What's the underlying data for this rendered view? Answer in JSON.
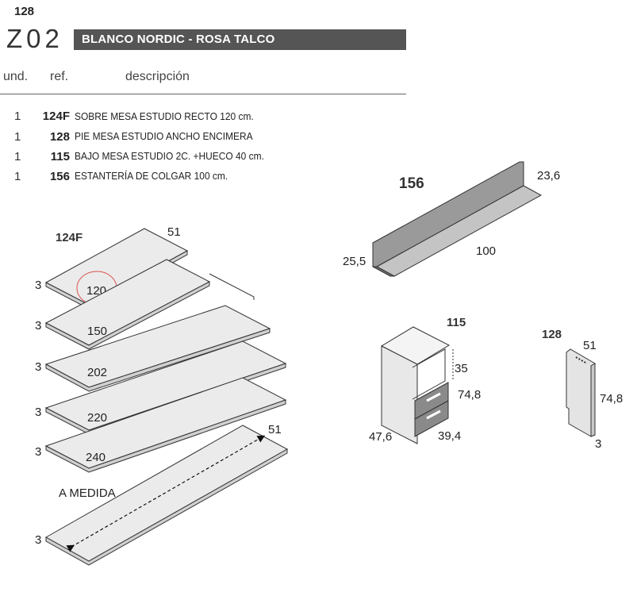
{
  "header": {
    "page_number": "128",
    "composition_code": "Z02",
    "finish_title": "BLANCO NORDIC - ROSA TALCO"
  },
  "columns": {
    "units": "und.",
    "ref": "ref.",
    "description": "descripción"
  },
  "items": [
    {
      "qty": "1",
      "ref": "124F",
      "description": "SOBRE MESA ESTUDIO RECTO 120 cm."
    },
    {
      "qty": "1",
      "ref": "128",
      "description": "PIE MESA ESTUDIO ANCHO ENCIMERA"
    },
    {
      "qty": "1",
      "ref": "115",
      "description": "BAJO MESA ESTUDIO 2C. +HUECO 40 cm."
    },
    {
      "qty": "1",
      "ref": "156",
      "description": "ESTANTERÍA DE COLGAR 100 cm."
    }
  ],
  "desk_tops": {
    "ref": "124F",
    "depth": "51",
    "thickness": "3",
    "lengths": [
      "120",
      "150",
      "202",
      "220",
      "240"
    ],
    "custom_label": "A MEDIDA",
    "custom_depth": "51",
    "custom_thickness": "3"
  },
  "shelf": {
    "ref": "156",
    "depth": "23,6",
    "length": "100",
    "height": "25,5"
  },
  "cabinet": {
    "ref": "115",
    "opening": "35",
    "height": "74,8",
    "depth": "47,6",
    "width": "39,4"
  },
  "leg": {
    "ref": "128",
    "depth": "51",
    "height": "74,8",
    "thickness": "3"
  },
  "colors": {
    "banner": "#555555",
    "panel_fill": "#e6e6e6",
    "dark_fill": "#8a8a8a",
    "highlight_circle": "#d9534f"
  }
}
